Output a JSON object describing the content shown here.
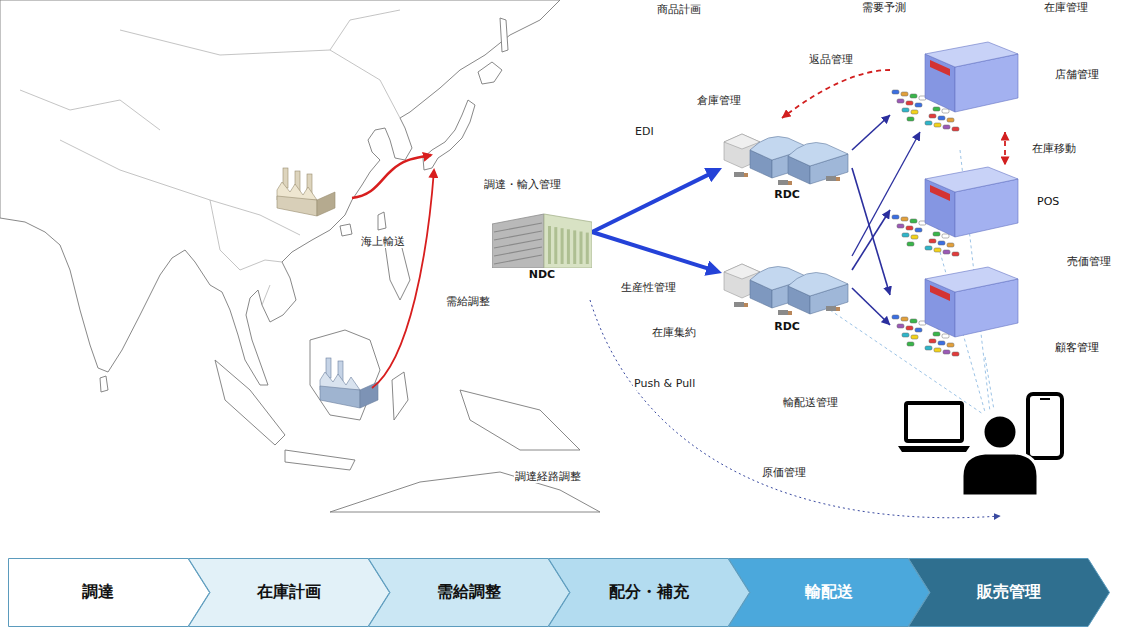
{
  "diagram": {
    "nodes": [
      {
        "text": [
          "NDC"
        ]
      },
      {
        "text": [
          "RDC"
        ]
      },
      {
        "text": [
          "RDC"
        ]
      },
      {
        "text": [
          "店舗管理"
        ]
      },
      {
        "text": [
          "POS"
        ]
      },
      {
        "text": [
          "顧客管理"
        ]
      },
      {
        "text": [
          "調達"
        ]
      },
      {
        "text": [
          "在庫計画"
        ]
      },
      {
        "text": [
          "需給調整"
        ]
      },
      {
        "text": [
          "配分・補充"
        ]
      },
      {
        "text": [
          "輸配送"
        ]
      },
      {
        "text": [
          "販売管理"
        ]
      }
    ],
    "edges": [
      {
        "from": 0,
        "to": 1,
        "arrow": "to"
      },
      {
        "from": 0,
        "to": 2,
        "arrow": "to"
      },
      {
        "from": 1,
        "to": 3,
        "arrow": "to"
      },
      {
        "from": 1,
        "to": 5,
        "arrow": "to"
      },
      {
        "from": 2,
        "to": 3,
        "arrow": "to"
      },
      {
        "from": 2,
        "to": 4,
        "arrow": "to"
      },
      {
        "from": 2,
        "to": 5,
        "arrow": "to"
      },
      {
        "from": 3,
        "to": 1,
        "arrow": "to"
      },
      {
        "from": 3,
        "to": 4,
        "arrow": "both"
      }
    ],
    "labels": [
      "商品計画",
      "需要予測",
      "在庫管理",
      "返品管理",
      "倉庫管理",
      "EDI",
      "在庫移動",
      "調達・輸入管理",
      "売価管理",
      "生産性管理",
      "在庫集約",
      "Push & Pull",
      "輸配送管理",
      "原価管理",
      "調達経路調整",
      "海上輸送",
      "需給調整"
    ]
  }
}
